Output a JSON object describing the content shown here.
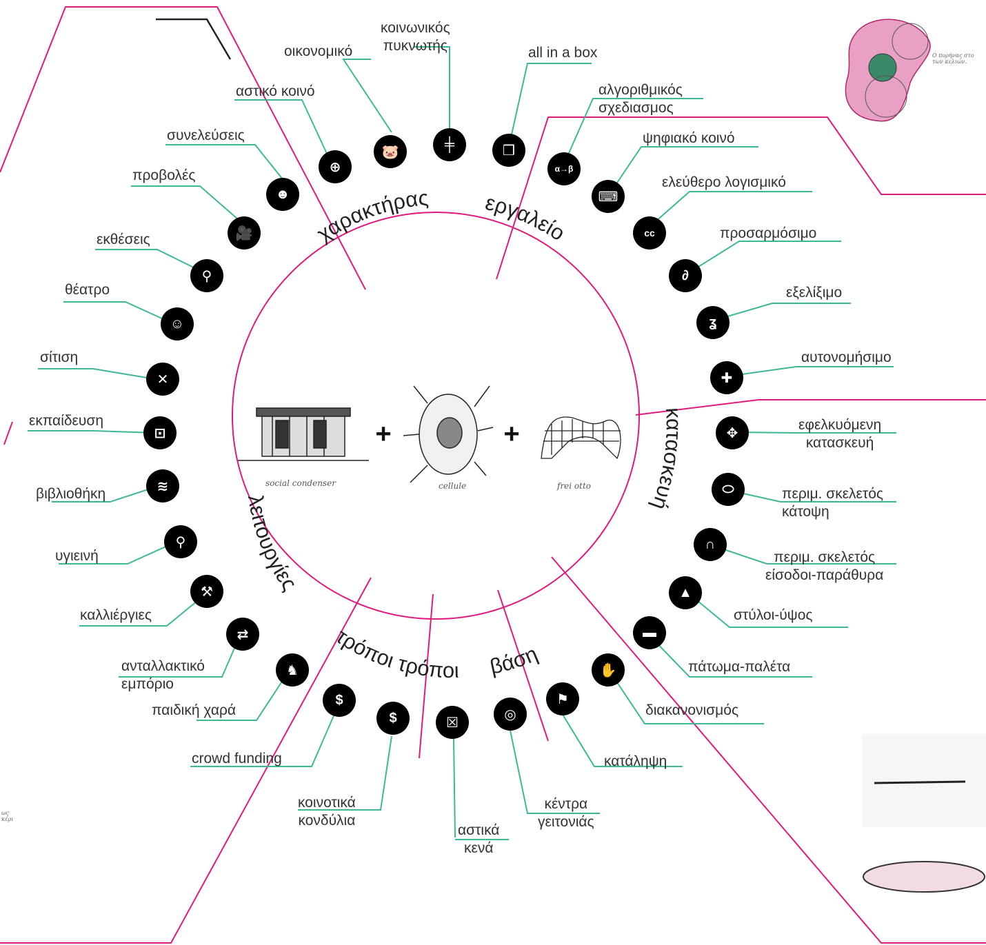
{
  "arc_labels": {
    "character": "χαρακτήρας",
    "tool": "εργαλείο",
    "construction": "κατασκευή",
    "base": "βάση",
    "ways": "τρόποι τρόποι",
    "function": "λειτουργίες"
  },
  "center": {
    "plus": "+",
    "captions": [
      "social condenser",
      "cellule",
      "frei otto"
    ]
  },
  "labels": {
    "oikonomiko": "οικονομικό",
    "pyknotis": [
      "κοινωνικός",
      "πυκνωτής"
    ],
    "allinabox": "all in a box",
    "astiko_koino": "αστικό κοινό",
    "algorithmikos": [
      "αλγοριθμικός",
      "σχεδιασμος"
    ],
    "syneleuseis": "συνελεύσεις",
    "psifiako": "ψηφιακό κοινό",
    "provoles": "προβολές",
    "eleuthero": "ελεύθερο λογισμικό",
    "ektheseis": "εκθέσεις",
    "prosarmosimo": "προσαρμόσιμο",
    "theatro": "θέατρο",
    "exeliximo": "εξελίξιμο",
    "sitisi": "σίτιση",
    "autonomisimo": "αυτονομήσιμο",
    "ekpaideusi": "εκπαίδευση",
    "efelkyomeni": [
      "εφελκυόμενη",
      "κατασκευή"
    ],
    "vivliothiki": "βιβλιοθήκη",
    "skeletos_katopsi": [
      "περιμ. σκελετός",
      "κάτοψη"
    ],
    "ygieini": "υγιεινή",
    "skeletos_eisodoi": [
      "περιμ. σκελετός",
      "είσοδοι-παράθυρα"
    ],
    "kallierg": "καλλιέργιες",
    "styloi": "στύλοι-ύψος",
    "antallaktiko": [
      "ανταλλακτικό",
      "εμπόριο"
    ],
    "patoma": "πάτωμα-παλέτα",
    "paidiki": "παιδική χαρά",
    "diakanonismos": "διακανονισμός",
    "crowd": "crowd funding",
    "katalipsi": "κατάληψη",
    "kondylia": [
      "κοινοτικά",
      "κονδύλια"
    ],
    "kentra": [
      "κέντρα",
      "γειτονιάς"
    ],
    "astika_kena": [
      "αστικά",
      "κενά"
    ]
  },
  "icons": {
    "algorithmic_text": "α→β",
    "cc_text": "cc"
  },
  "scribbles": {
    "top_right": [
      "Ο πυρήνας στο",
      "των κελιών."
    ],
    "left": [
      "ως",
      "κέρι"
    ]
  },
  "colors": {
    "magenta": "#e0197d",
    "teal": "#3cb895",
    "icon_fill": "#000000"
  }
}
